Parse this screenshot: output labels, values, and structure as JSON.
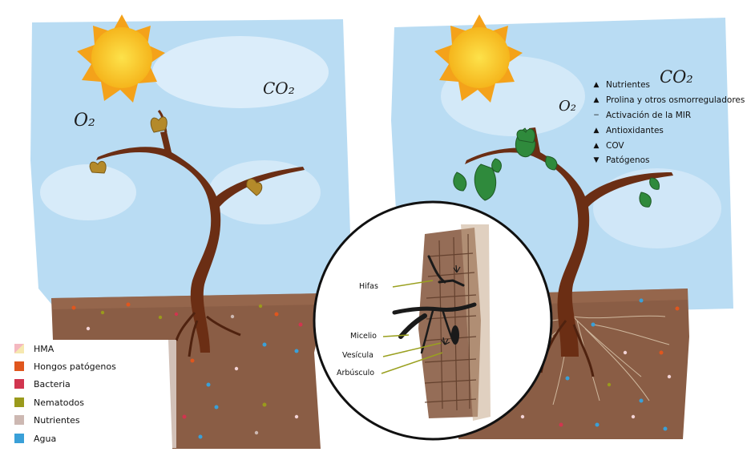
{
  "left_panel": {
    "o2": "O₂",
    "co2": "CO₂"
  },
  "right_panel": {
    "o2": "O₂",
    "co2": "CO₂",
    "effects": [
      {
        "arrow": "▲",
        "label": "Nutrientes"
      },
      {
        "arrow": "▲",
        "label": "Prolina y otros osmorreguladores"
      },
      {
        "arrow": "−",
        "label": "Activación de la MIR"
      },
      {
        "arrow": "▲",
        "label": "Antioxidantes"
      },
      {
        "arrow": "▲",
        "label": "COV"
      },
      {
        "arrow": "▼",
        "label": "Patógenos"
      }
    ]
  },
  "inset": {
    "labels": {
      "hifas": "Hifas",
      "micelio": "Micelio",
      "vesicula": "Vesícula",
      "arbusculo": "Arbúsculo"
    }
  },
  "legend": {
    "items": [
      {
        "label": "HMA",
        "color": "#f4b8c0",
        "color2": "#f6e8b0"
      },
      {
        "label": "Hongos patógenos",
        "color": "#e0561e"
      },
      {
        "label": "Bacteria",
        "color": "#d1354f"
      },
      {
        "label": "Nematodos",
        "color": "#9a9a1c"
      },
      {
        "label": "Nutrientes",
        "color": "#cdb8b2"
      },
      {
        "label": "Agua",
        "color": "#3aa0d8"
      }
    ]
  },
  "colors": {
    "sky": "#b9dcf3",
    "soil": "#8a5d45",
    "trunk": "#6b2e14",
    "dry_leaf": "#b48a2a",
    "green_leaf": "#2f8a3c",
    "sun": "#f7c623",
    "hypha": "#1a1a1a"
  }
}
